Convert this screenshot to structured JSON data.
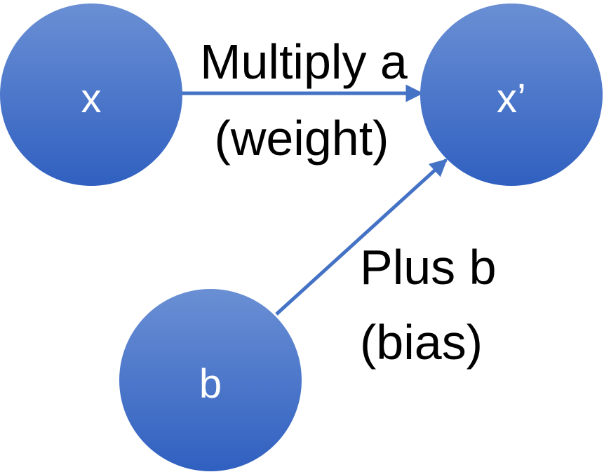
{
  "colors": {
    "node_fill_top": "#6a8fd4",
    "node_fill_bottom": "#3060c0",
    "edge": "#4472c4",
    "text_on_node": "#ffffff",
    "text": "#000000"
  },
  "nodes": {
    "x": {
      "label": "x"
    },
    "x_prime": {
      "label": "x’"
    },
    "b": {
      "label": "b"
    }
  },
  "edges": {
    "weight": {
      "line1": "Multiply a",
      "line2": "(weight)"
    },
    "bias": {
      "line1": "Plus b",
      "line2": "(bias)"
    }
  }
}
